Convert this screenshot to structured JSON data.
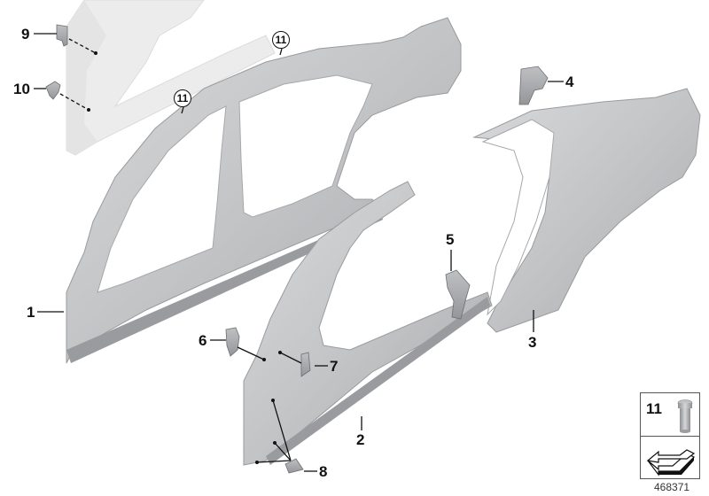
{
  "diagram": {
    "type": "parts-exploded-view",
    "subject": "Body side frame / side panel parts",
    "catalog_number": "468371",
    "colors": {
      "background": "#ffffff",
      "part_fill": "#c9cacc",
      "part_shadow": "#a7a8ab",
      "ghost_part": "#e6e6e6",
      "leader_line": "#111111",
      "label_text": "#111111"
    },
    "callouts": [
      {
        "id": "1",
        "label": "1",
        "description": "Side frame, complete (left main panel)"
      },
      {
        "id": "2",
        "label": "2",
        "description": "Side frame section, front"
      },
      {
        "id": "3",
        "label": "3",
        "description": "Side frame, rear (quarter panel)"
      },
      {
        "id": "4",
        "label": "4",
        "description": "Bracket"
      },
      {
        "id": "5",
        "label": "5",
        "description": "Bracket"
      },
      {
        "id": "6",
        "label": "6",
        "description": "Bracket"
      },
      {
        "id": "7",
        "label": "7",
        "description": "Reinforcement piece"
      },
      {
        "id": "8",
        "label": "8",
        "description": "Bracket (3 locations)"
      },
      {
        "id": "9",
        "label": "9",
        "description": "Bracket"
      },
      {
        "id": "10",
        "label": "10",
        "description": "Bracket"
      },
      {
        "id": "11a",
        "label": "11",
        "description": "Circled reference on roof rail"
      },
      {
        "id": "11b",
        "label": "11",
        "description": "Circled reference on roof rail"
      }
    ],
    "legend": {
      "item_number": "11",
      "item_icon": "bolt-icon",
      "arrow_icon": "direction-arrow-icon"
    }
  }
}
